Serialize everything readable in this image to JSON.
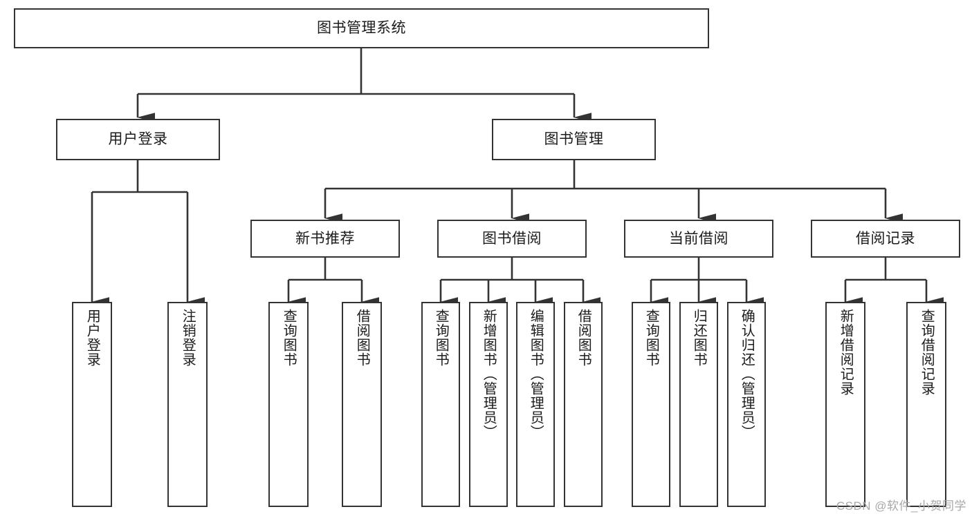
{
  "diagram": {
    "type": "tree-hierarchy",
    "title": "图书管理系统",
    "colors": {
      "box_border": "#333333",
      "box_fill": "#ffffff",
      "connector": "#333333",
      "text": "#1b1b1b",
      "watermark": "#a8a8a8"
    },
    "root": {
      "label": "图书管理系统"
    },
    "level2": [
      {
        "label": "用户登录"
      },
      {
        "label": "图书管理"
      }
    ],
    "level3": [
      {
        "label": "新书推荐"
      },
      {
        "label": "图书借阅"
      },
      {
        "label": "当前借阅"
      },
      {
        "label": "借阅记录"
      }
    ],
    "leaves": {
      "user_login": [
        {
          "label": "用户登录"
        },
        {
          "label": "注销登录"
        }
      ],
      "new_book": [
        {
          "label": "查询图书"
        },
        {
          "label": "借阅图书"
        }
      ],
      "book_borrow": [
        {
          "label": "查询图书"
        },
        {
          "label": "新增图书（管理员）"
        },
        {
          "label": "编辑图书（管理员）"
        },
        {
          "label": "借阅图书"
        }
      ],
      "current_borrow": [
        {
          "label": "查询图书"
        },
        {
          "label": "归还图书"
        },
        {
          "label": "确认归还（管理员）"
        }
      ],
      "borrow_record": [
        {
          "label": "新增借阅记录"
        },
        {
          "label": "查询借阅记录"
        }
      ]
    }
  },
  "watermark": {
    "text": "CSDN @软件_小贺同学"
  }
}
